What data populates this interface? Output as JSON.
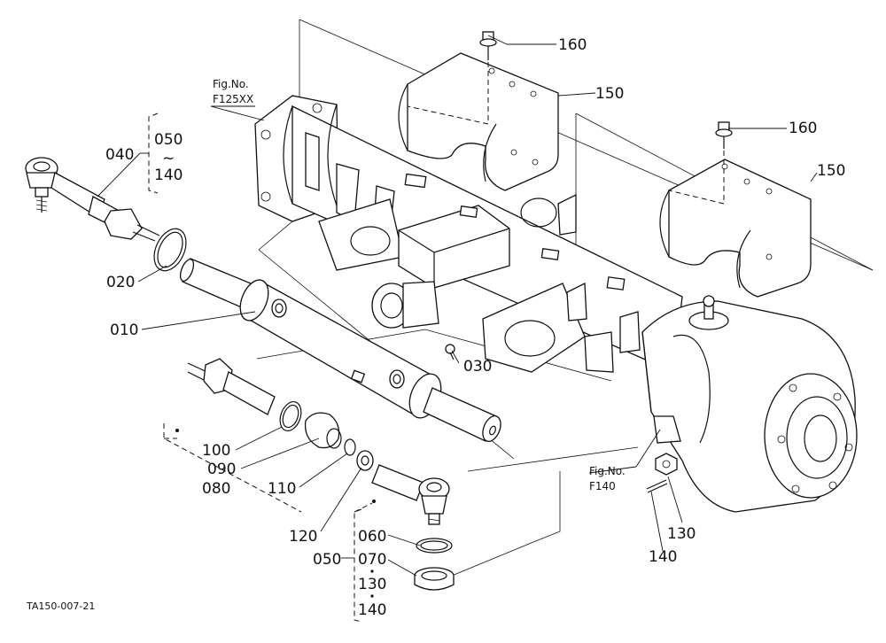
{
  "callouts": {
    "p010": "010",
    "p020": "020",
    "p030": "030",
    "p040": "040",
    "p050a": "050",
    "tilde": "~",
    "p140a": "140",
    "p050b": "050",
    "p060": "060",
    "p070": "070",
    "p130a": "130",
    "p140b": "140",
    "p080": "080",
    "p090": "090",
    "p100": "100",
    "p110": "110",
    "p120": "120",
    "p130b": "130",
    "p140c": "140",
    "p150a": "150",
    "p150b": "150",
    "p160a": "160",
    "p160b": "160"
  },
  "references": {
    "fig_a_line1": "Fig.No.",
    "fig_a_line2": "F125XX",
    "fig_b_line1": "Fig.No.",
    "fig_b_line2": "F140"
  },
  "drawing_id": "TA150-007-21"
}
